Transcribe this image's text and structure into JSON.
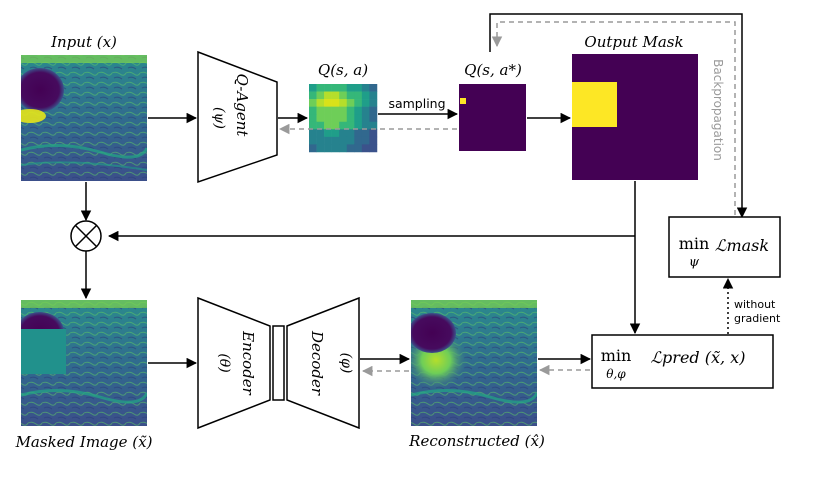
{
  "labels": {
    "input": "Input (x)",
    "qsa": "Q(s, a)",
    "qsa_star": "Q(s, a*)",
    "output_mask": "Output Mask",
    "sampling": "sampling",
    "backpropagation": "Backpropagation",
    "masked_image": "Masked Image (x̃)",
    "reconstructed": "Reconstructed (x̂)",
    "without_gradient": "without gradient"
  },
  "blocks": {
    "q_agent": {
      "name": "Q-Agent",
      "param": "(ψ)"
    },
    "encoder": {
      "name": "Encoder",
      "param": "(θ)"
    },
    "decoder": {
      "name": "Decoder",
      "param": "(φ)"
    }
  },
  "losses": {
    "mask": {
      "min": "min",
      "sub": "ψ",
      "expr": "ℒmask"
    },
    "pred": {
      "min": "min",
      "sub": "θ,φ",
      "expr": "ℒpred (x̃, x)"
    }
  },
  "colors": {
    "viridis_dark": "#440154",
    "viridis_yellow": "#fde725",
    "arrow": "#000000",
    "gradient_arrow": "#9a9a9a"
  },
  "icons": {
    "multiply": "circled-times-icon"
  }
}
